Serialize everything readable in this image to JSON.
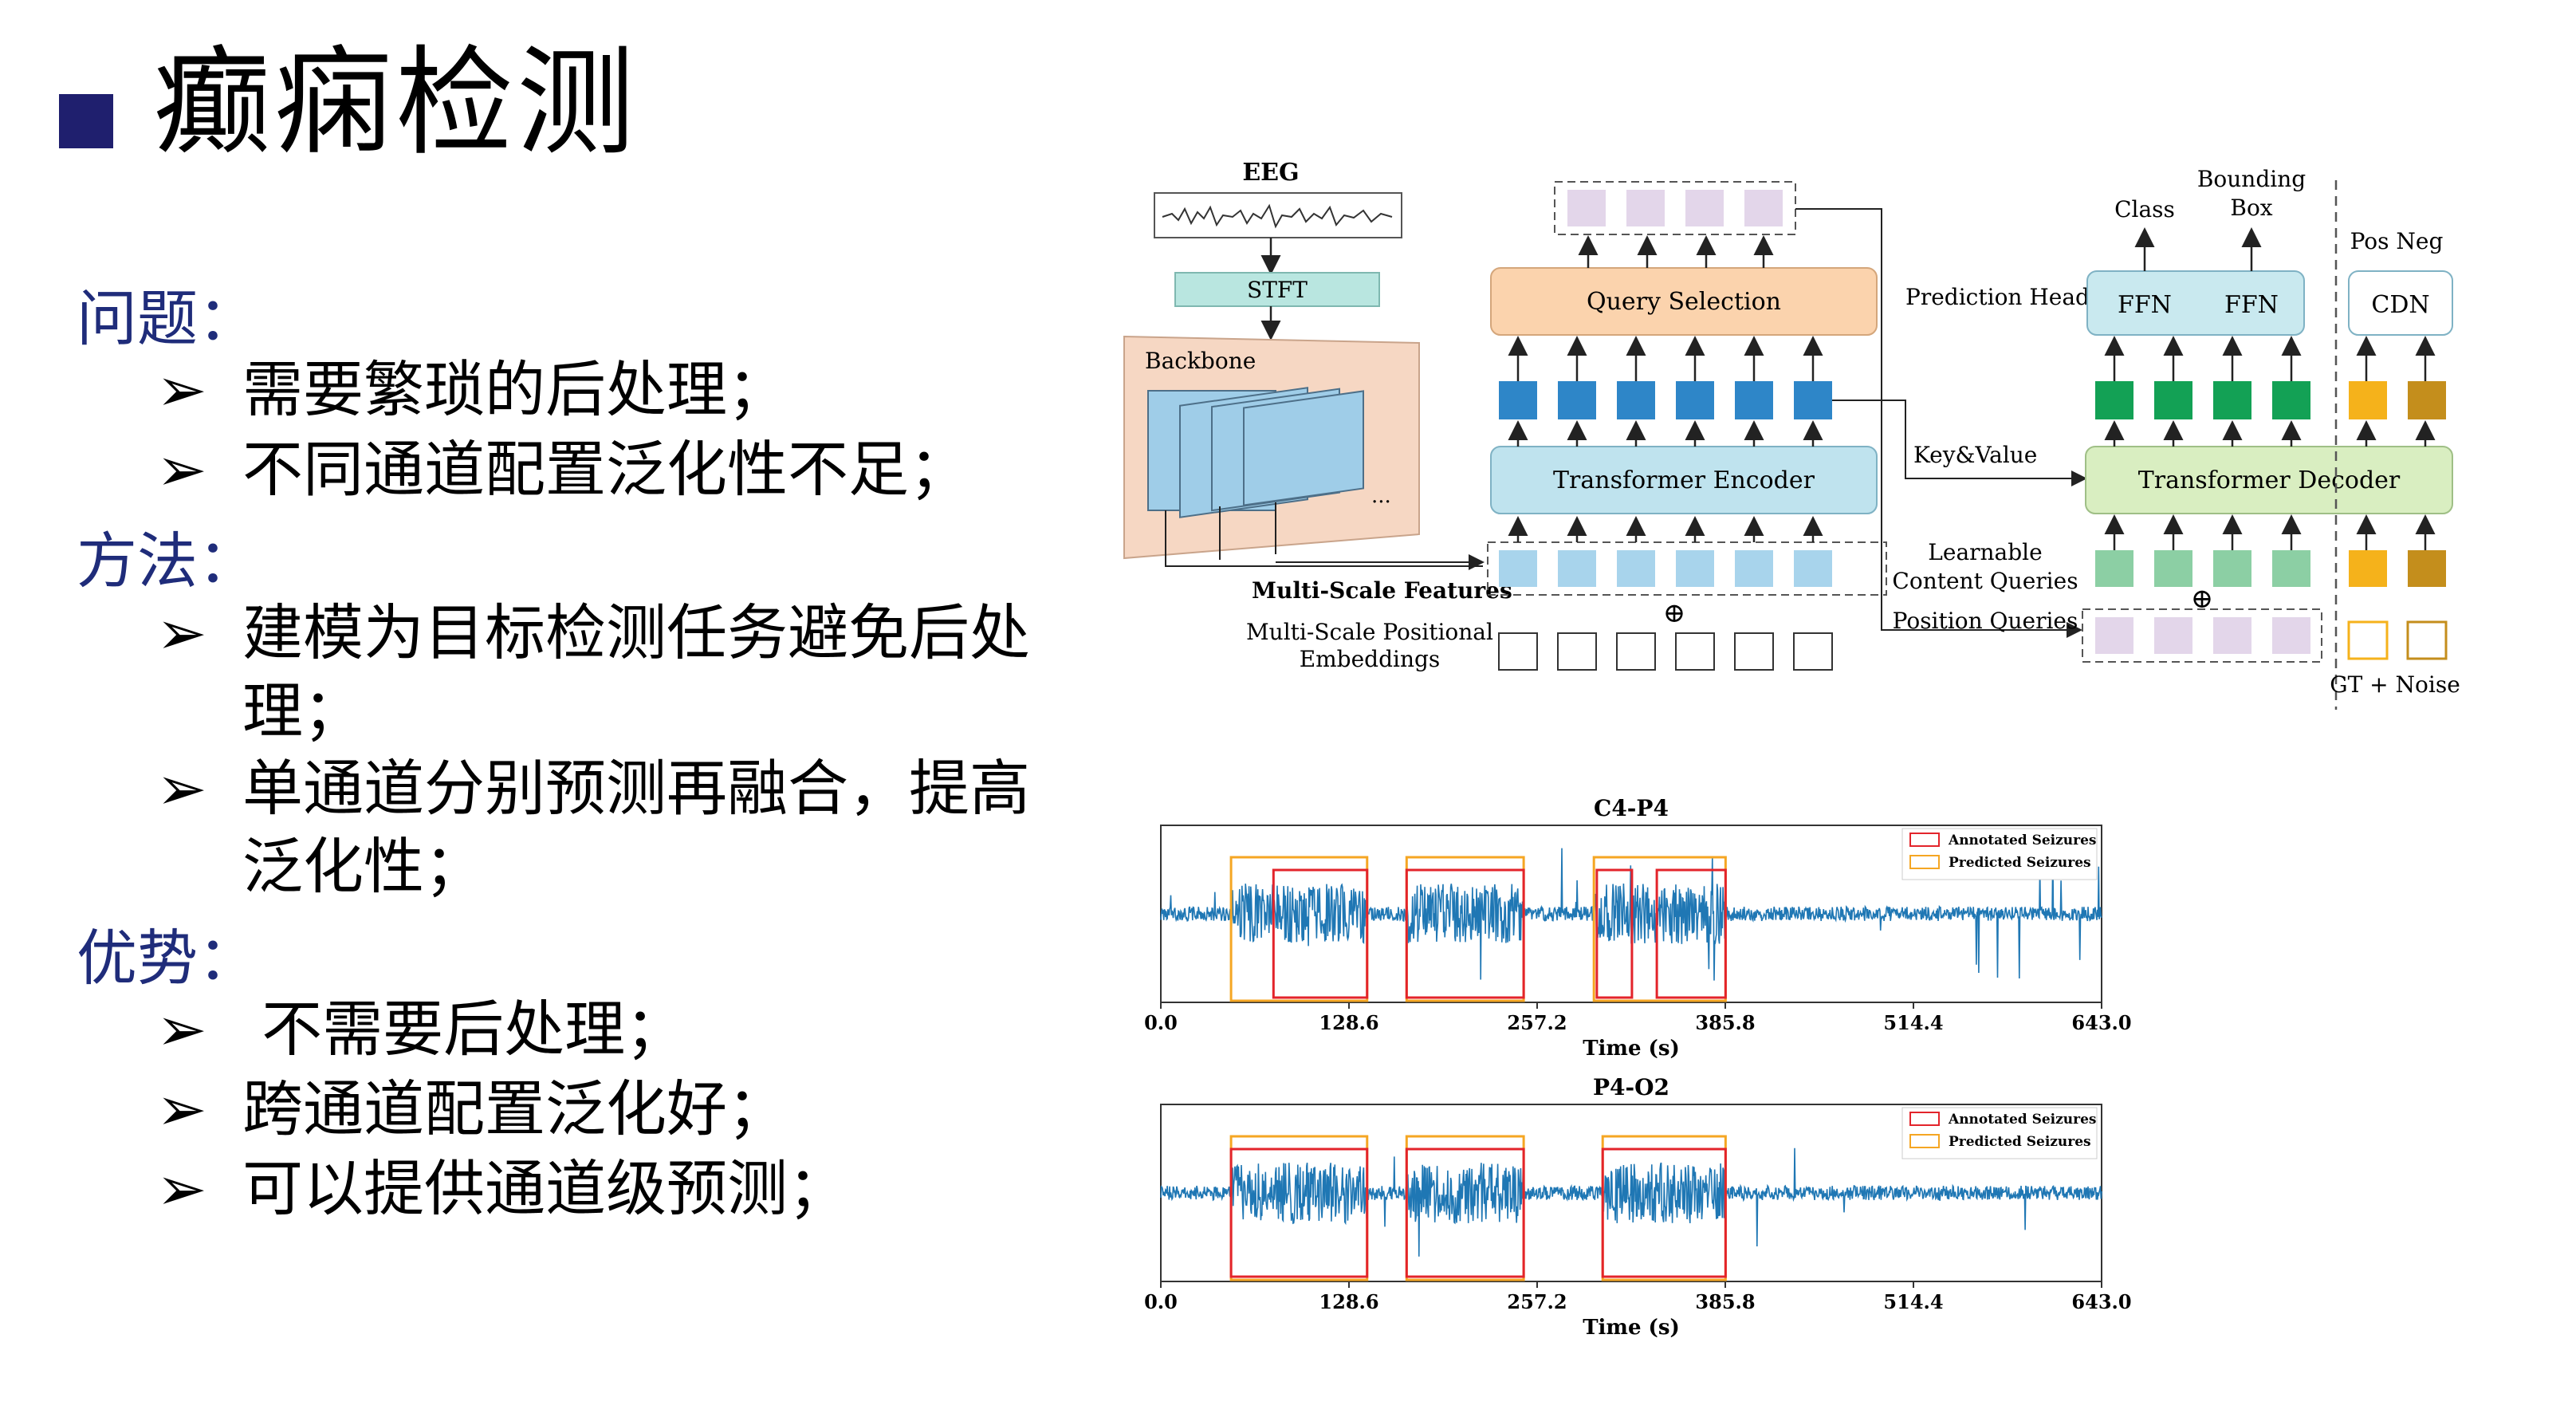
{
  "title": "癫痫检测",
  "sections": [
    {
      "heading": "问题：",
      "items": [
        "需要繁琐的后处理；",
        "不同通道配置泛化性不足；"
      ]
    },
    {
      "heading": "方法：",
      "items": [
        "建模为目标检测任务避免后处理；",
        "单通道分别预测再融合，提高泛化性；"
      ]
    },
    {
      "heading": "优势：",
      "items": [
        " 不需要后处理；",
        "跨通道配置泛化好；",
        "可以提供通道级预测；"
      ]
    }
  ],
  "bullet_glyph": "➢",
  "diagram": {
    "eeg": "EEG",
    "stft": "STFT",
    "backbone": "Backbone",
    "ellipsis": "...",
    "multi_scale_features": "Multi-Scale Features",
    "pos_emb_1": "Multi-Scale Positional",
    "pos_emb_2": "Embeddings",
    "oplus": "⊕",
    "encoder": "Transformer Encoder",
    "query_selection": "Query Selection",
    "prediction_head": "Prediction Head",
    "key_value": "Key&Value",
    "learnable_1": "Learnable",
    "learnable_2": "Content Queries",
    "position_queries": "Position Queries",
    "decoder": "Transformer Decoder",
    "ffn": "FFN",
    "class": "Class",
    "bounding_1": "Bounding",
    "bounding_2": "Box",
    "pos_neg": "Pos Neg",
    "cdn": "CDN",
    "gt_noise": "GT + Noise",
    "colors": {
      "stft_fill": "#b9e6e0",
      "backbone_fill": "#f6d7c3",
      "feature_card": "#9fcde8",
      "query_selection": "#fbd3ad",
      "encoder": "#bfe3ee",
      "dark_blue_token": "#2e86c8",
      "light_blue_token": "#a8d4ec",
      "purple_token": "#e3d6ea",
      "decoder": "#d9eec1",
      "ffn": "#c9e9ef",
      "green_token": "#13a155",
      "light_green_token": "#8ccfa4",
      "orange_token": "#f5b21b",
      "brown_token": "#c48e1c"
    }
  },
  "chart_data": [
    {
      "type": "line",
      "title": "C4-P4",
      "xlabel": "Time (s)",
      "x_ticks": [
        "0.0",
        "128.6",
        "257.2",
        "385.8",
        "514.4",
        "643.0"
      ],
      "xlim": [
        0,
        643
      ],
      "legend": [
        "Annotated Seizures",
        "Predicted Seizures"
      ],
      "annotated_seizures": [
        [
          77,
          141
        ],
        [
          168,
          248
        ],
        [
          298,
          322
        ],
        [
          339,
          386
        ]
      ],
      "predicted_seizures": [
        [
          48,
          141
        ],
        [
          168,
          248
        ],
        [
          296,
          386
        ]
      ],
      "colors": {
        "signal": "#1f77b4",
        "annotated": "#e3242b",
        "predicted": "#f5a623"
      }
    },
    {
      "type": "line",
      "title": "P4-O2",
      "xlabel": "Time (s)",
      "x_ticks": [
        "0.0",
        "128.6",
        "257.2",
        "385.8",
        "514.4",
        "643.0"
      ],
      "xlim": [
        0,
        643
      ],
      "legend": [
        "Annotated Seizures",
        "Predicted Seizures"
      ],
      "annotated_seizures": [
        [
          48,
          141
        ],
        [
          168,
          248
        ],
        [
          302,
          386
        ]
      ],
      "predicted_seizures": [
        [
          48,
          141
        ],
        [
          168,
          248
        ],
        [
          302,
          386
        ]
      ],
      "colors": {
        "signal": "#1f77b4",
        "annotated": "#e3242b",
        "predicted": "#f5a623"
      }
    }
  ]
}
